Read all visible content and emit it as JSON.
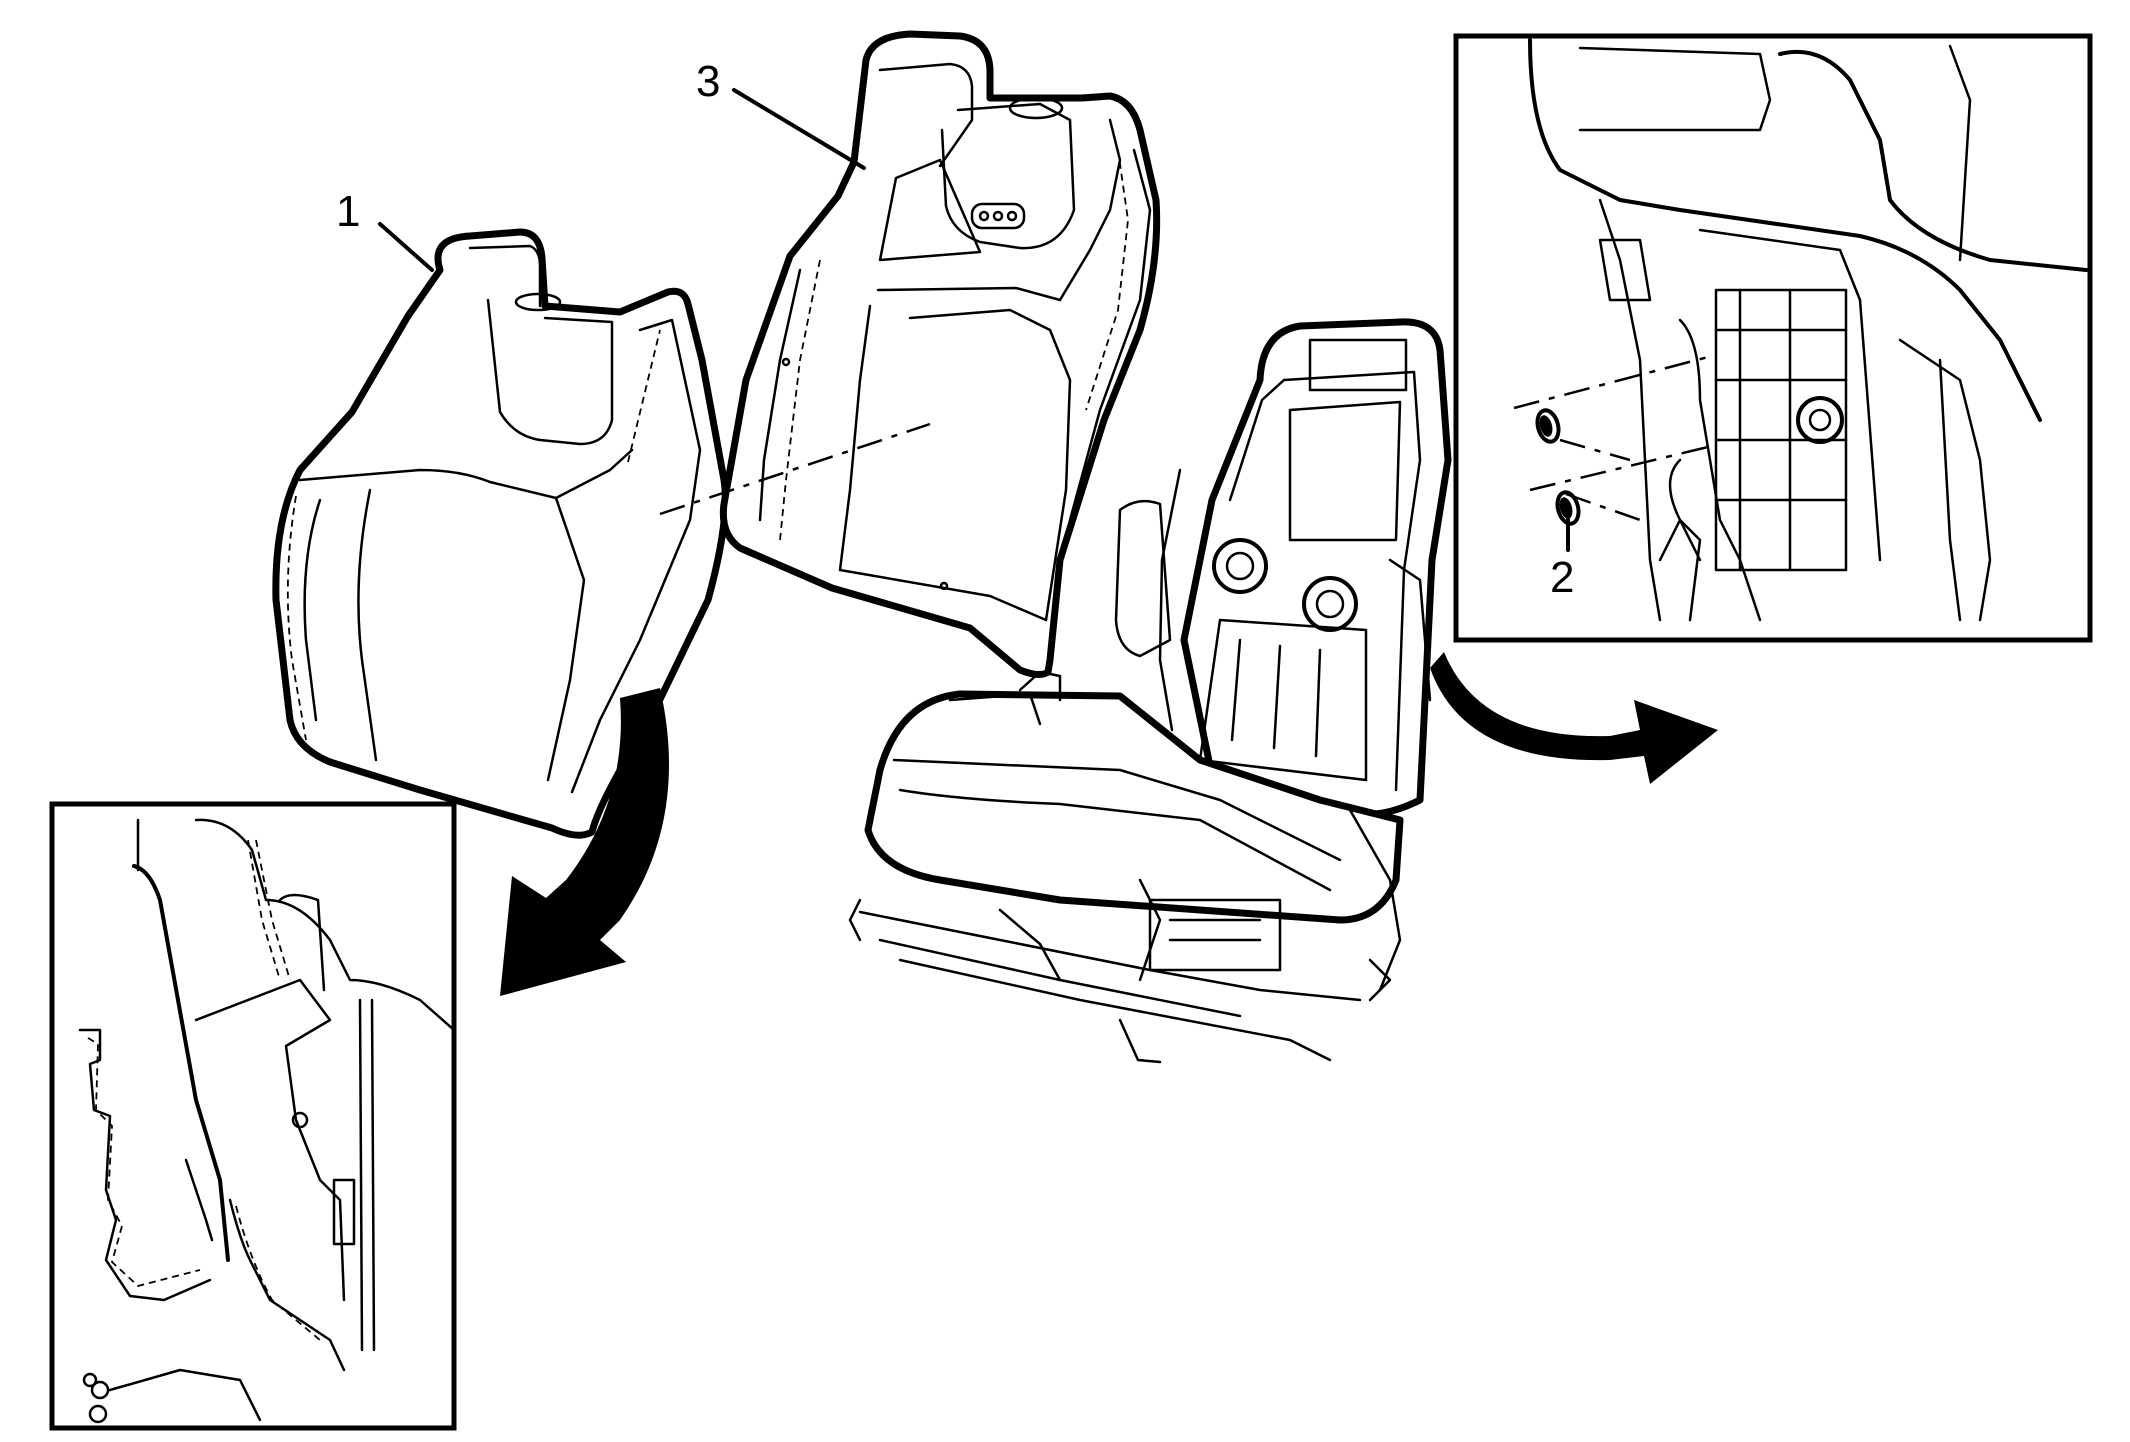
{
  "figure": {
    "callouts": [
      {
        "id": "1",
        "label": "1"
      },
      {
        "id": "2",
        "label": "2"
      },
      {
        "id": "3",
        "label": "3"
      }
    ],
    "detail_views": [
      "lower-left-detail",
      "upper-right-detail"
    ],
    "colors": {
      "ink": "#000000",
      "paper": "#ffffff"
    }
  }
}
